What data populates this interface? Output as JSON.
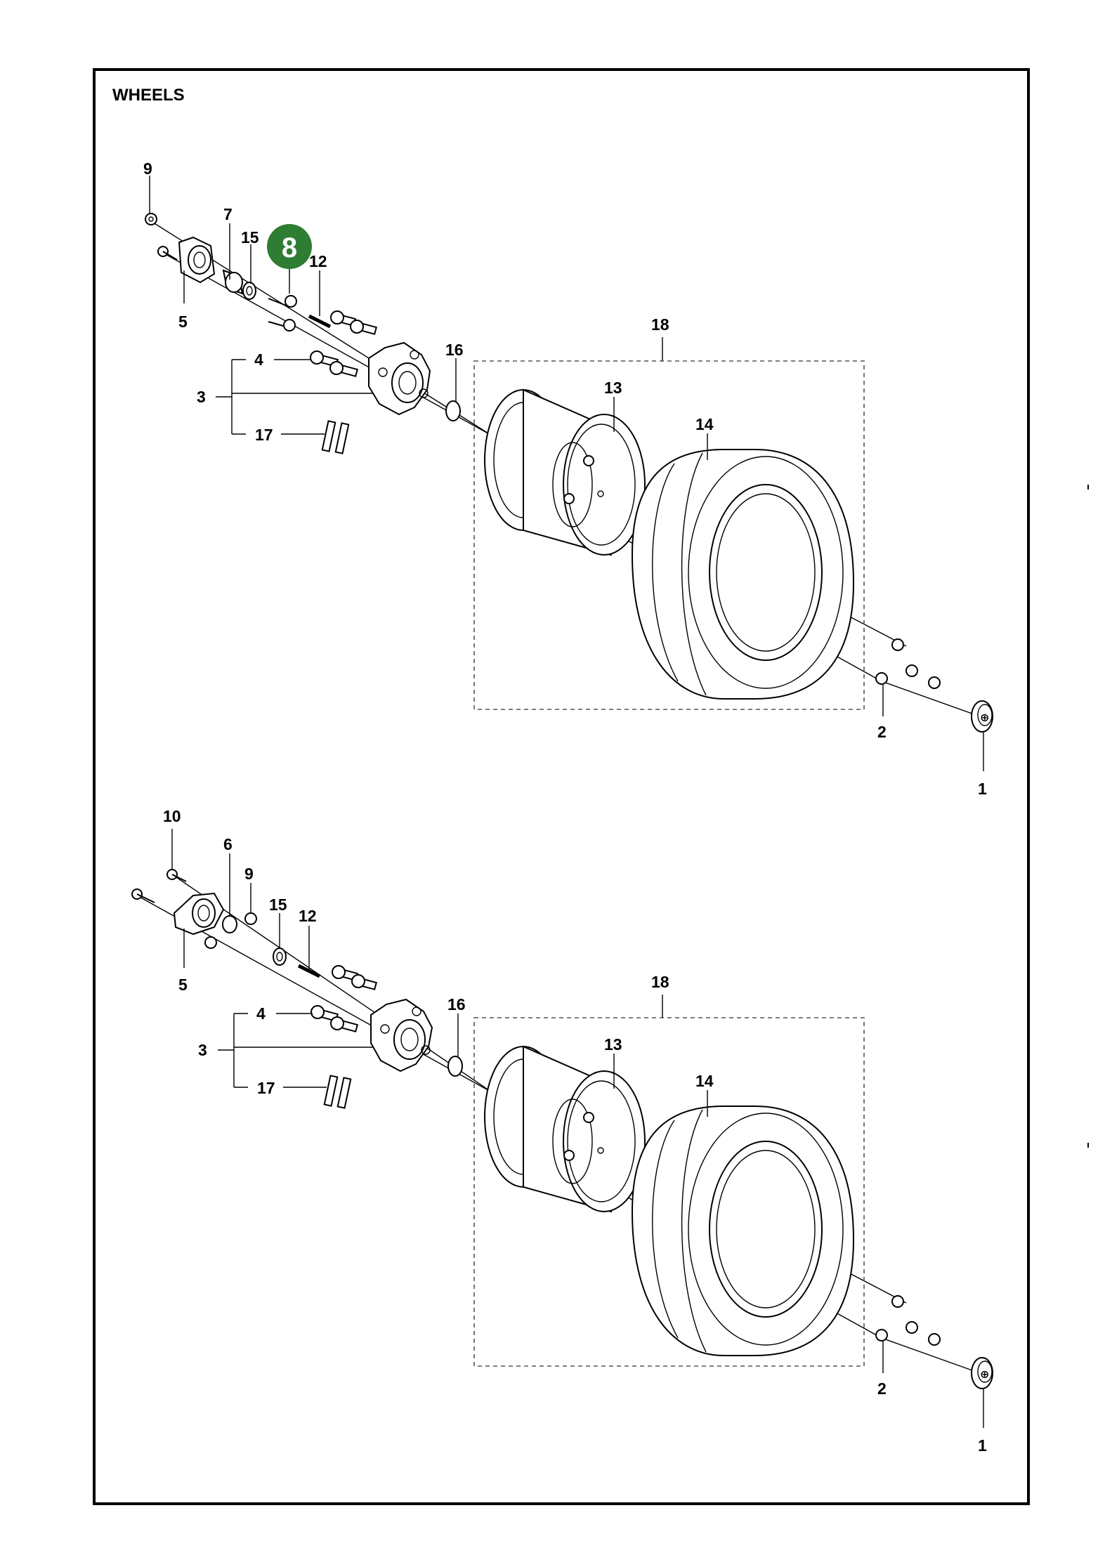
{
  "title": "WHEELS",
  "highlight": {
    "label": "8",
    "color": "#2e7d32"
  },
  "upper": {
    "labels": {
      "l9": "9",
      "l7": "7",
      "l15": "15",
      "l12": "12",
      "l5": "5",
      "l18": "18",
      "l4": "4",
      "l16": "16",
      "l3": "3",
      "l13": "13",
      "l14": "14",
      "l17": "17",
      "l2": "2",
      "l1": "1"
    }
  },
  "lower": {
    "labels": {
      "l10": "10",
      "l6": "6",
      "l9": "9",
      "l15": "15",
      "l12": "12",
      "l5": "5",
      "l18": "18",
      "l4": "4",
      "l16": "16",
      "l3": "3",
      "l13": "13",
      "l14": "14",
      "l17": "17",
      "l2": "2",
      "l1": "1"
    }
  },
  "colors": {
    "frame": "#000000",
    "badge": "#2e7d32",
    "badge_text": "#ffffff"
  }
}
